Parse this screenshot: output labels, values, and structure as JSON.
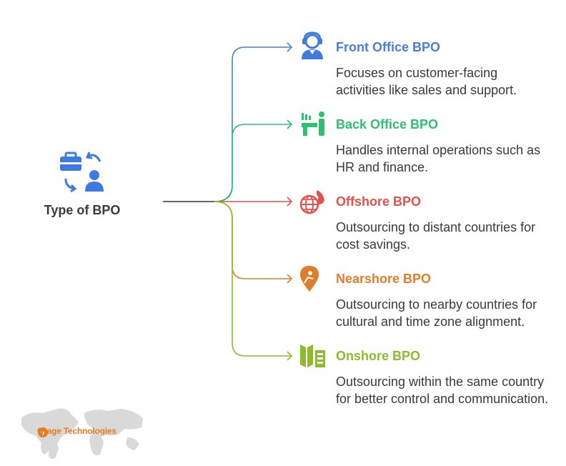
{
  "root": {
    "label": "Type of BPO",
    "icon": "bpo-icon"
  },
  "branches": [
    {
      "title": "Front Office BPO",
      "description": "Focuses on customer-facing activities like sales and support.",
      "color": "#4a7fd4",
      "icon": "agent-headset-icon"
    },
    {
      "title": "Back Office BPO",
      "description": "Handles internal operations such as HR and finance.",
      "color": "#2fbf71",
      "icon": "desk-worker-icon"
    },
    {
      "title": "Offshore BPO",
      "description": "Outsourcing to distant countries for cost savings.",
      "color": "#e0524a",
      "icon": "globe-icon"
    },
    {
      "title": "Nearshore BPO",
      "description": "Outsourcing to nearby countries for cultural and time zone alignment.",
      "color": "#e07d2a",
      "icon": "map-pin-icon"
    },
    {
      "title": "Onshore BPO",
      "description": "Outsourcing within the same country for better control and communication.",
      "color": "#8dbb2b",
      "icon": "map-icon"
    }
  ],
  "watermark": {
    "text": "Orage Technologies",
    "color": "#e87a1e",
    "icon": "world-map-icon"
  }
}
